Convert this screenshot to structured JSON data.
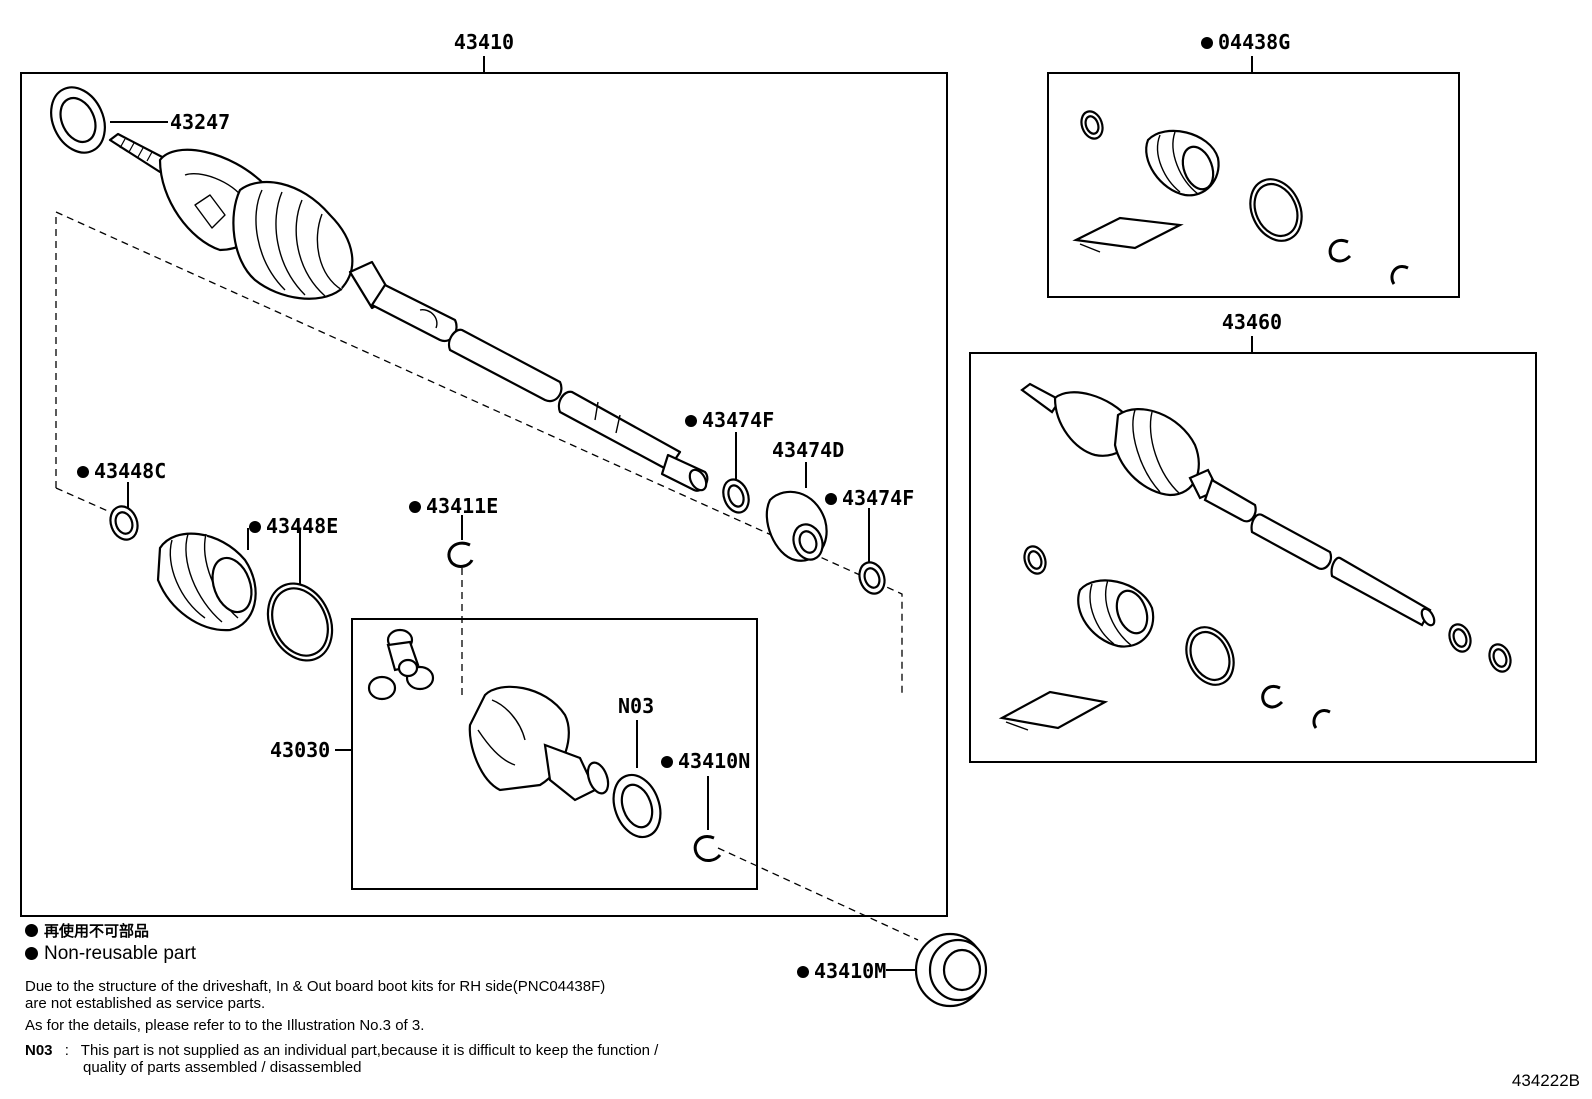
{
  "parts": {
    "p43410": "43410",
    "p43247": "43247",
    "p43474F_a": "43474F",
    "p43474D": "43474D",
    "p43474F_b": "43474F",
    "p43448C": "43448C",
    "p43448E": "43448E",
    "p43411E": "43411E",
    "pN03": "N03",
    "p43410N": "43410N",
    "p43030": "43030",
    "p43410M": "43410M",
    "p04438G": "04438G",
    "p43460": "43460"
  },
  "legend": {
    "jp": "再使用不可部品",
    "en": "Non-reusable part"
  },
  "notes": {
    "line1": "Due to the structure of the driveshaft, In & Out board  boot kits for RH side(PNC04438F)",
    "line2": "are not established as service parts.",
    "line3": "As for the details, please refer to to the Illustration No.3 of 3.",
    "n03_code": "N03",
    "n03_sep": ":",
    "n03_line1": "This part is not supplied as an individual part,because it is difficult to keep the function /",
    "n03_line2": "quality of parts assembled / disassembled"
  },
  "figure_code": "434222B"
}
